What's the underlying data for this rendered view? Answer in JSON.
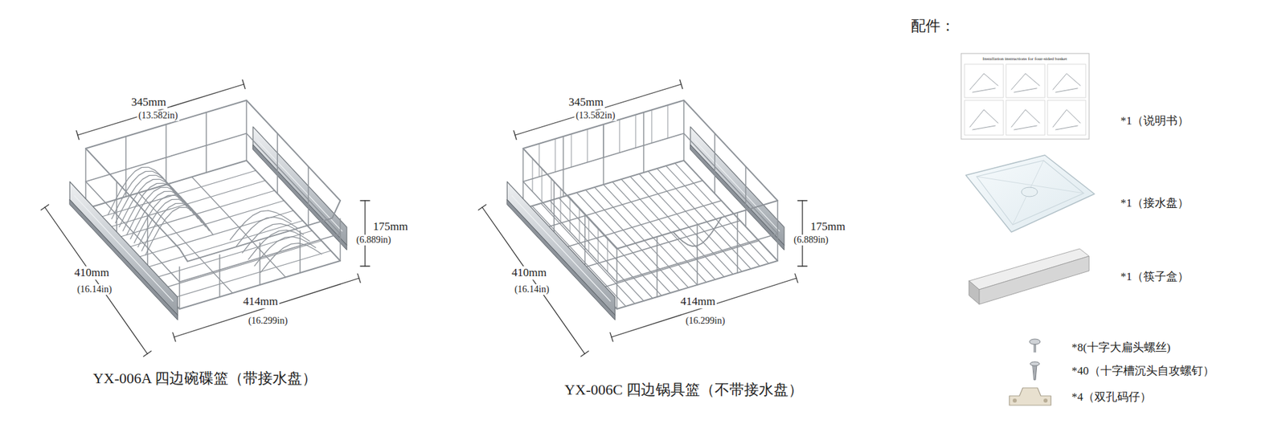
{
  "diagram": {
    "labels": [
      "345mm",
      "(13.582in)",
      "175mm",
      "(6.889in)",
      "410mm",
      "(16.14in)",
      "414mm",
      "(16.299in)",
      "YX-006A 四边碗碟篮（带接水盘）",
      "345mm",
      "(13.582in)",
      "175mm",
      "(6.889in)",
      "410mm",
      "(16.14in)",
      "414mm",
      "(16.299in)",
      "YX-006C 四边锅具篮（不带接水盘）",
      "配件：",
      "Installation instructions for four-sided basket",
      "*1（说明书）",
      "*1（接水盘）",
      "*1（筷子盒）",
      "*8(十字大扁头螺丝)",
      "*40（十字槽沉头自攻螺钉）",
      "*4（双孔码仔）"
    ]
  }
}
